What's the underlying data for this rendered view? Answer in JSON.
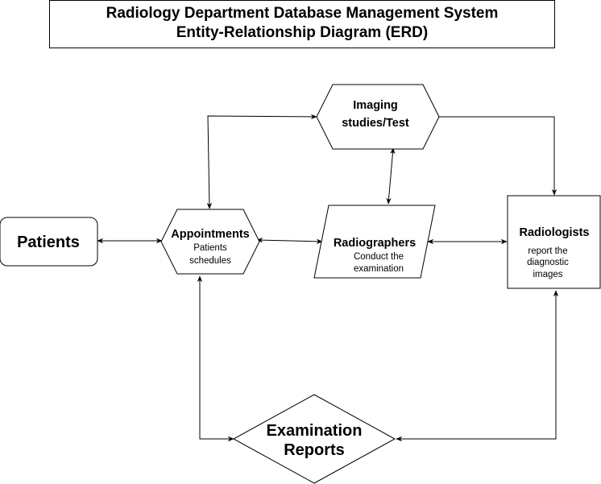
{
  "title": {
    "line1": "Radiology Department Database Management System",
    "line2": "Entity-Relationship Diagram (ERD)"
  },
  "nodes": {
    "patients": {
      "label": "Patients"
    },
    "appointments": {
      "label": "Appointments",
      "sub1": "Patients",
      "sub2": "schedules"
    },
    "imaging": {
      "label1": "Imaging",
      "label2": "studies/Test"
    },
    "radiographers": {
      "label": "Radiographers",
      "sub1": "Conduct the",
      "sub2": "examination"
    },
    "radiologists": {
      "label": "Radiologists",
      "sub1": "report the",
      "sub2": "diagnostic",
      "sub3": "images"
    },
    "reports": {
      "label1": "Examination",
      "label2": "Reports"
    }
  },
  "colors": {
    "stroke": "#000000",
    "fill": "#ffffff"
  }
}
